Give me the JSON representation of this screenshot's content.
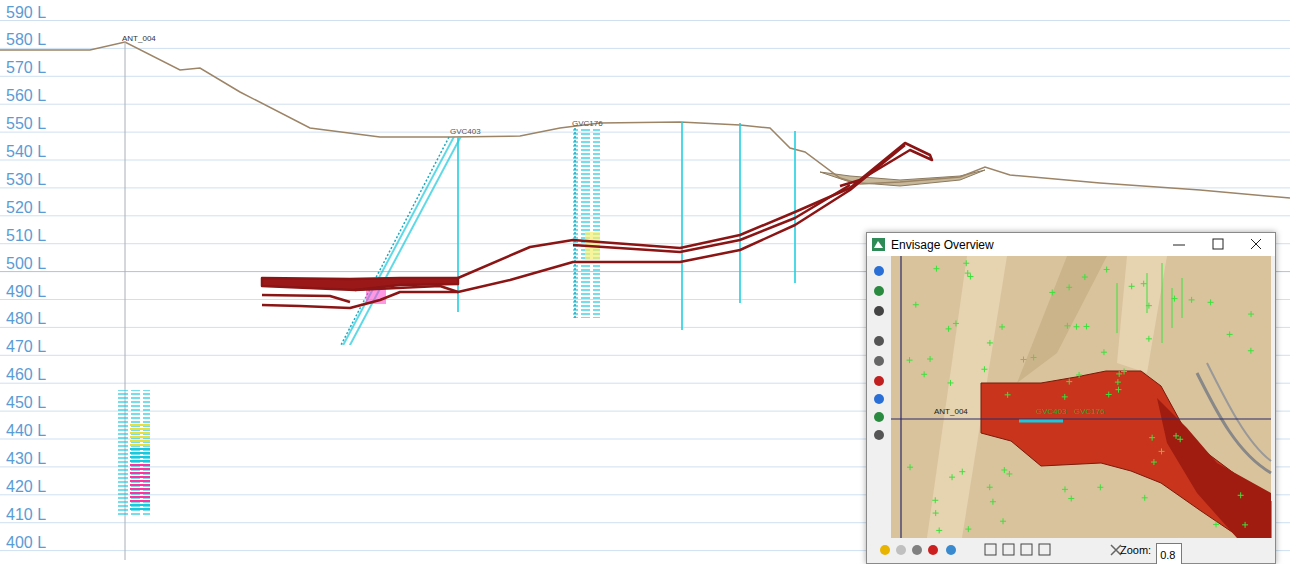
{
  "diagram": {
    "nodes": [
      {
        "text": [
          "Envisage Overview"
        ]
      },
      {
        "text": [
          "0.8"
        ],
        "in": 0
      }
    ],
    "labels": [
      "590 L",
      "580 L",
      "570 L",
      "560 L",
      "550 L",
      "540 L",
      "530 L",
      "520 L",
      "510 L",
      "500 L",
      "490 L",
      "480 L",
      "470 L",
      "460 L",
      "450 L",
      "440 L",
      "430 L",
      "420 L",
      "410 L",
      "400 L",
      "ANT_004",
      "GVC403",
      "GVC176",
      "ANT_004",
      "GVC403",
      "GVC176",
      "Zoom:"
    ]
  }
}
